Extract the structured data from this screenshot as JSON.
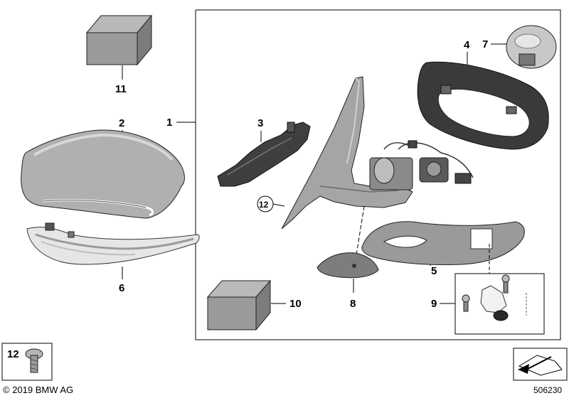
{
  "labels": {
    "p1": "1",
    "p2": "2",
    "p3": "3",
    "p4": "4",
    "p5": "5",
    "p6": "6",
    "p7": "7",
    "p8": "8",
    "p9": "9",
    "p10": "10",
    "p11": "11",
    "p12": "12",
    "p12_circle": "12"
  },
  "footer": {
    "copyright": "© 2019 BMW AG",
    "doc_number": "506230"
  }
}
